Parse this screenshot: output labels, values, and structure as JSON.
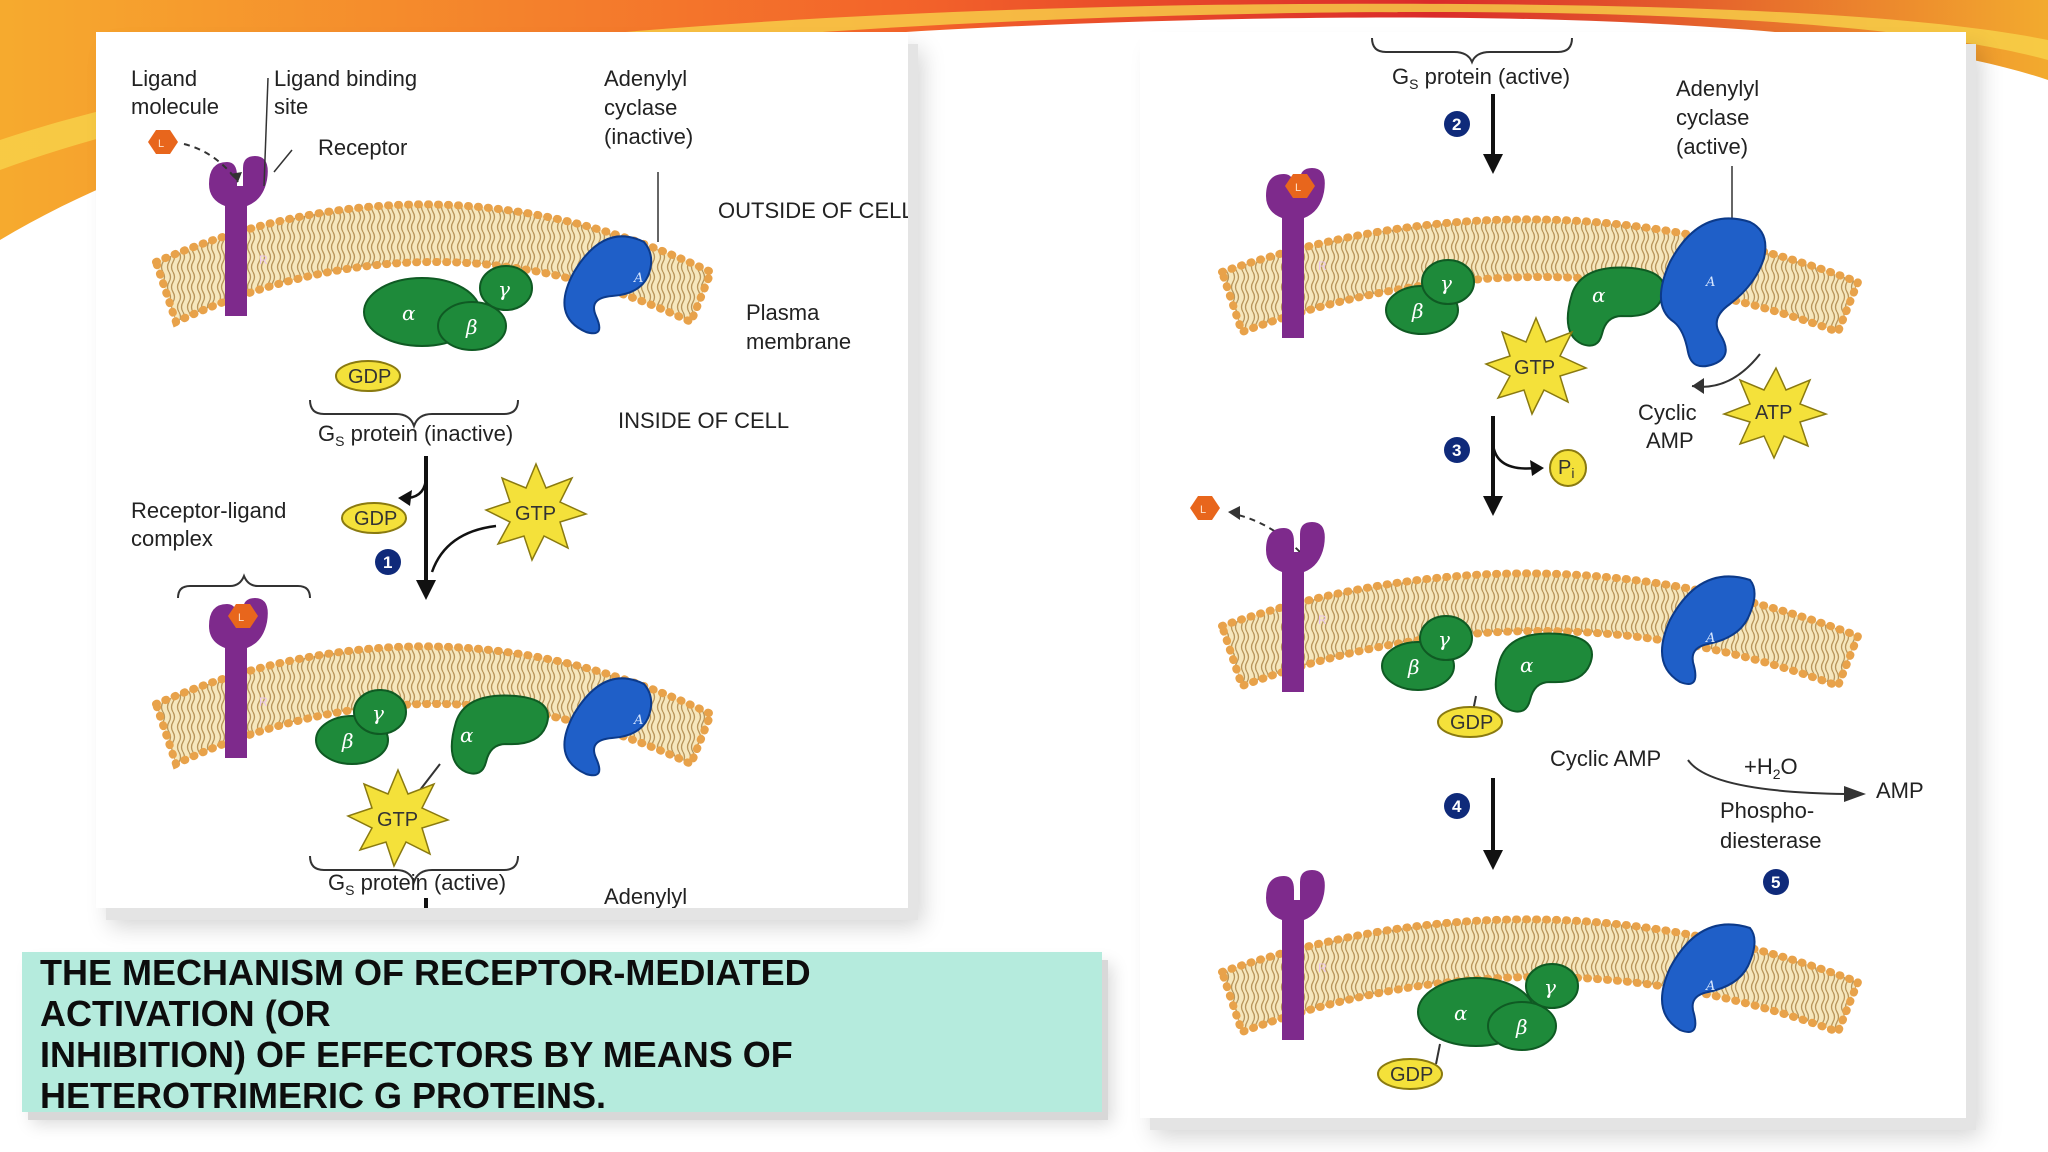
{
  "caption": {
    "line1": "THE MECHANISM OF RECEPTOR-MEDIATED",
    "line2": "ACTIVATION (OR",
    "line3": "INHIBITION) OF EFFECTORS BY MEANS OF",
    "line4": "HETEROTRIMERIC G PROTEINS."
  },
  "left_panel": {
    "ligand_molecule": [
      "Ligand",
      "molecule"
    ],
    "ligand_binding_site": [
      "Ligand binding",
      "site"
    ],
    "receptor": "Receptor",
    "adenylyl_cyclase_inactive": [
      "Adenylyl",
      "cyclase",
      "(inactive)"
    ],
    "outside_of_cell": "OUTSIDE OF CELL",
    "plasma_membrane": [
      "Plasma",
      "membrane"
    ],
    "gs_inactive_prefix": "G",
    "gs_inactive_sub": "S",
    "gs_inactive_suffix": " protein (inactive)",
    "inside_of_cell": "INSIDE OF CELL",
    "receptor_ligand_complex": [
      "Receptor-ligand",
      "complex"
    ],
    "gs_active_prefix": "G",
    "gs_active_sub": "S",
    "gs_active_suffix": " protein (active)",
    "adenylyl_bottom": "Adenylyl"
  },
  "right_panel": {
    "gs_active_prefix": "G",
    "gs_active_sub": "S",
    "gs_active_suffix": " protein (active)",
    "adenylyl_cyclase_active": [
      "Adenylyl",
      "cyclase",
      "(active)"
    ],
    "cyclic_amp_stack": [
      "Cyclic",
      "AMP"
    ],
    "cyclic_amp": "Cyclic AMP",
    "h2o_prefix": "+H",
    "h2o_sub": "2",
    "h2o_suffix": "O",
    "amp": "AMP",
    "phosphodiesterase": [
      "Phospho-",
      "diesterase"
    ],
    "pi_main": "P",
    "pi_sub": "i"
  },
  "tokens": {
    "ligand": "L",
    "receptor": "R",
    "adenylyl": "A",
    "gdp": "GDP",
    "gtp": "GTP",
    "atp": "ATP",
    "alpha": "α",
    "beta": "β",
    "gamma": "γ"
  },
  "steps": [
    "1",
    "2",
    "3",
    "4",
    "5"
  ],
  "colors": {
    "lipid_head": "#e8a24a",
    "lipid_tail": "#c9a56a",
    "membrane_fill": "#f6e7bd",
    "receptor": "#7e2a8c",
    "g_protein": "#1e8a3a",
    "adenylyl_cyclase": "#1f5fc8",
    "ligand": "#e8661c",
    "gdp_gtp": "#f4e13a",
    "step_badge": "#0f2a7a",
    "caption_bg": "#b5ebdd"
  }
}
